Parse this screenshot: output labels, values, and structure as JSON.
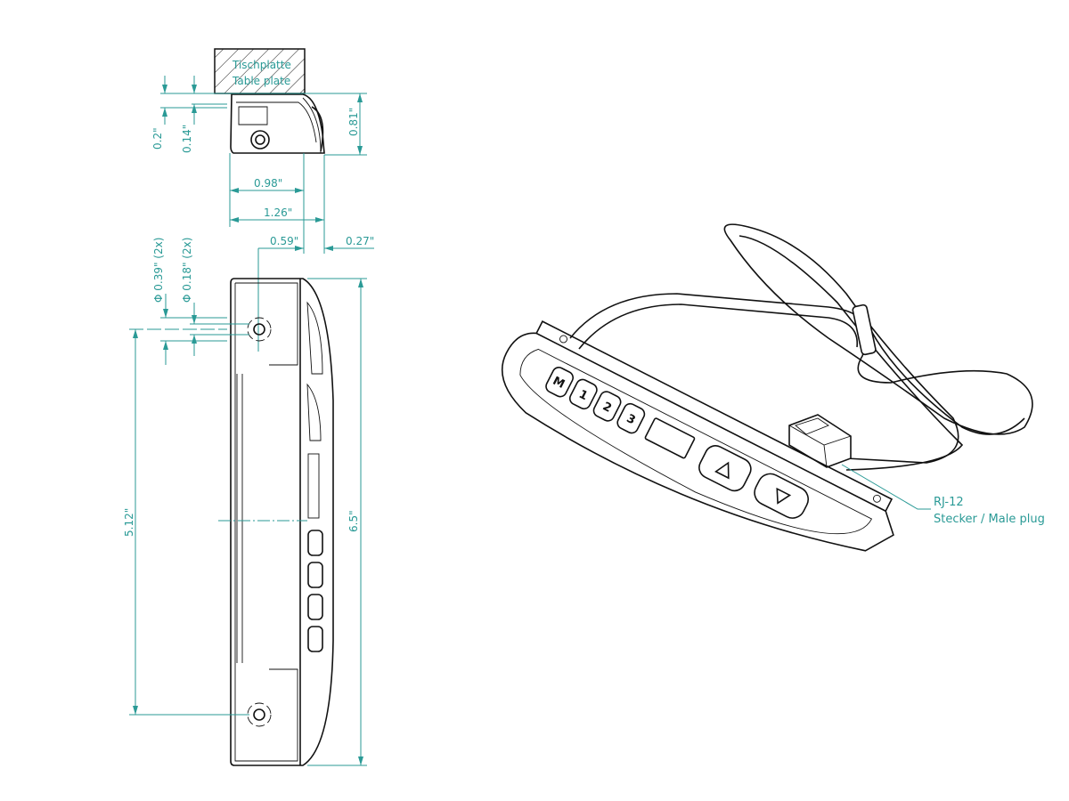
{
  "top_view": {
    "table_plate_de": "Tischplatte",
    "table_plate_en": "Table plate",
    "dim_0_2": "0.2\"",
    "dim_0_14": "0.14\"",
    "dim_0_81": "0.81\"",
    "dim_0_98": "0.98\"",
    "dim_1_26": "1.26\"",
    "dim_0_59": "0.59\"",
    "dim_0_27": "0.27\""
  },
  "side_view": {
    "dim_hole_outer": "Φ 0.39\" (2x)",
    "dim_hole_inner": "Φ 0.18\" (2x)",
    "dim_5_12": "5.12\"",
    "dim_6_5": "6.5\""
  },
  "iso_view": {
    "buttons": [
      "M",
      "1",
      "2",
      "3"
    ],
    "connector_label": "RJ-12",
    "connector_desc": "Stecker / Male plug"
  },
  "colors": {
    "dimension": "#2a9a96",
    "line": "#111111"
  }
}
